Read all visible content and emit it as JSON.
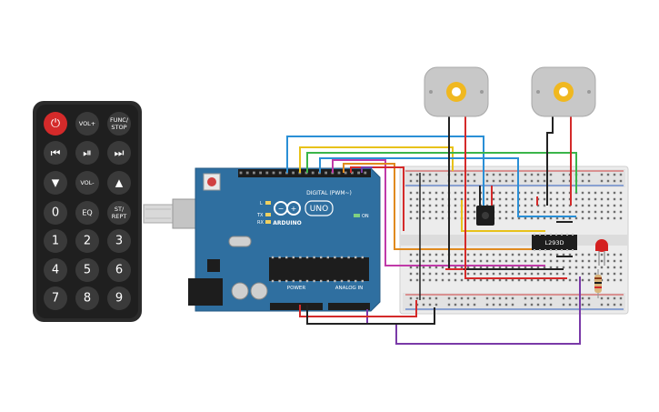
{
  "remote": {
    "buttons": {
      "power": "⏻",
      "vol_up": "VOL+",
      "func_stop_1": "FUNC/",
      "func_stop_2": "STOP",
      "prev": "⏮",
      "play_pause": "⏯",
      "next": "⏭",
      "down": "▼",
      "vol_down": "VOL-",
      "up": "▲",
      "zero": "0",
      "eq": "EQ",
      "st_rept_1": "ST/",
      "st_rept_2": "REPT",
      "one": "1",
      "two": "2",
      "three": "3",
      "four": "4",
      "five": "5",
      "six": "6",
      "seven": "7",
      "eight": "8",
      "nine": "9"
    }
  },
  "arduino": {
    "brand": "ARDUINO",
    "model": "UNO",
    "digital_label": "DIGITAL (PWM~)",
    "power_label": "POWER",
    "analog_label": "ANALOG IN",
    "on_label": "ON",
    "tx_label": "TX",
    "rx_label": "RX",
    "l_label": "L"
  },
  "breadboard": {
    "chip_label": "L293D"
  },
  "colors": {
    "board_blue": "#2f6fa0",
    "wire_blue": "#2a8fd6",
    "wire_yellow": "#e8c21a",
    "wire_green": "#3ab54a",
    "wire_orange": "#e08a1e",
    "wire_purple": "#7a3aa8",
    "wire_magenta": "#c03aa8",
    "wire_red": "#d42a2a",
    "wire_black": "#222222",
    "led_red": "#d42020"
  }
}
